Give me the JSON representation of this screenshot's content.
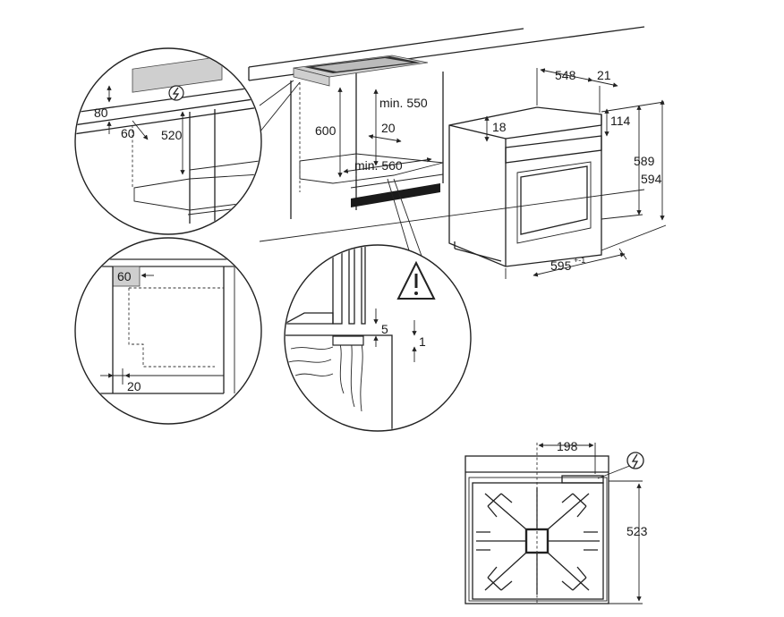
{
  "dimensions": {
    "d548": "548",
    "d21": "21",
    "d114": "114",
    "d18": "18",
    "d589": "589",
    "d594": "594",
    "d595": "595",
    "d595_tol": "+-1",
    "d600": "600",
    "min550": "min. 550",
    "d20_niche": "20",
    "min560": "min. 560",
    "d80": "80",
    "d60_detail": "60",
    "d520": "520",
    "d60_top": "60",
    "d20_side": "20",
    "d5": "5",
    "d1": "1",
    "d198": "198",
    "d523": "523"
  },
  "symbols": {
    "power": "power-plug-icon",
    "warning": "warning-triangle-icon"
  },
  "colors": {
    "line": "#222222",
    "grey_fill": "#cfcfcf",
    "dark_fill": "#1a1a1a"
  }
}
